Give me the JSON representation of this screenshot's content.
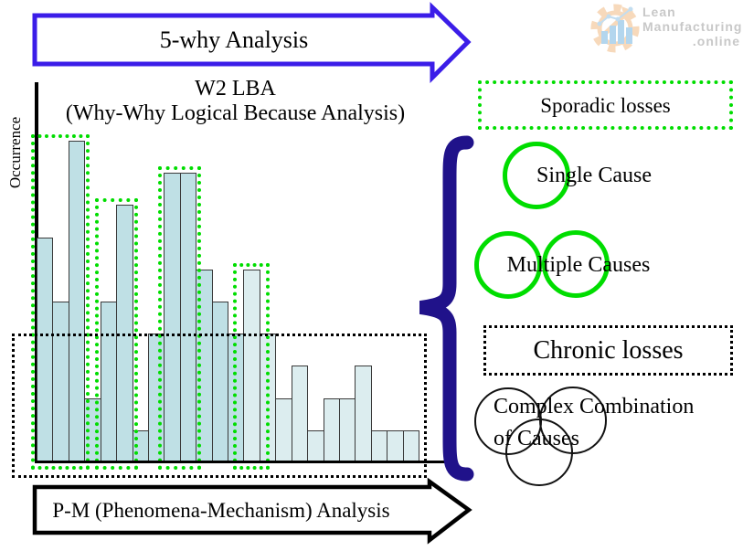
{
  "logo": {
    "icon": "gear-chart-icon",
    "line1": "Lean",
    "line2": "Manufacturing",
    "line3": ".online"
  },
  "top_arrow": {
    "label": "5-why Analysis"
  },
  "title": {
    "line1": "W2 LBA",
    "line2": "(Why-Why Logical Because Analysis)"
  },
  "chart_data": {
    "type": "bar",
    "title": "",
    "xlabel": "",
    "ylabel": "Occurrence",
    "values": [
      7,
      5,
      10,
      2,
      5,
      8,
      1,
      4,
      9,
      9,
      6,
      5,
      4,
      6,
      4,
      2,
      3,
      1,
      2,
      2,
      3,
      1,
      1,
      1
    ],
    "ylim": [
      0,
      11
    ],
    "grid": false,
    "bar_colors": {
      "dark": "#bfe0e5",
      "light": "#dcedef"
    },
    "light_from_index": 13,
    "sporadic_groups": [
      [
        0,
        2
      ],
      [
        4,
        5
      ],
      [
        8,
        9
      ],
      [
        13,
        13
      ]
    ],
    "chronic_region_max_units": 4
  },
  "right_panel": {
    "sporadic_label": "Sporadic losses",
    "single_cause_label": "Single Cause",
    "multiple_causes_label": "Multiple Causes",
    "chronic_label": "Chronic losses",
    "complex_line1": "Complex Combination",
    "complex_line2": "of Causes"
  },
  "bottom_arrow": {
    "label": "P-M (Phenomena-Mechanism) Analysis"
  },
  "colors": {
    "green": "#00dd00",
    "brace_navy": "#20128a",
    "arrow_violet": "#3b1de8",
    "bar_outline": "#3a3a3a"
  }
}
